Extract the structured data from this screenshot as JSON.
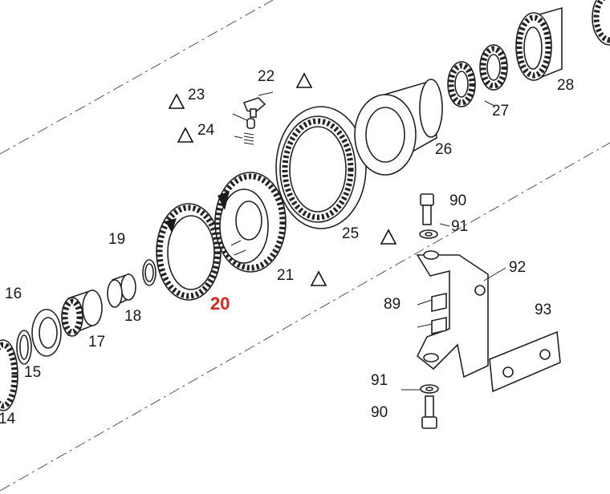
{
  "diagram": {
    "callouts": [
      {
        "id": "c14",
        "text": "14"
      },
      {
        "id": "c15",
        "text": "15"
      },
      {
        "id": "c16",
        "text": "16"
      },
      {
        "id": "c17",
        "text": "17"
      },
      {
        "id": "c18",
        "text": "18"
      },
      {
        "id": "c19",
        "text": "19"
      },
      {
        "id": "c20",
        "text": "20",
        "highlight": true
      },
      {
        "id": "c21",
        "text": "21"
      },
      {
        "id": "c22",
        "text": "22"
      },
      {
        "id": "c23",
        "text": "23"
      },
      {
        "id": "c24",
        "text": "24"
      },
      {
        "id": "c25",
        "text": "25"
      },
      {
        "id": "c26",
        "text": "26"
      },
      {
        "id": "c27",
        "text": "27"
      },
      {
        "id": "c28",
        "text": "28"
      },
      {
        "id": "c89",
        "text": "89"
      },
      {
        "id": "c90a",
        "text": "90"
      },
      {
        "id": "c90b",
        "text": "90"
      },
      {
        "id": "c91a",
        "text": "91"
      },
      {
        "id": "c91b",
        "text": "91"
      },
      {
        "id": "c92",
        "text": "92"
      },
      {
        "id": "c93",
        "text": "93"
      }
    ],
    "warning_symbol_count": 5,
    "colors": {
      "line": "#222222",
      "highlight": "#d7261e",
      "background": "#ffffff"
    }
  }
}
